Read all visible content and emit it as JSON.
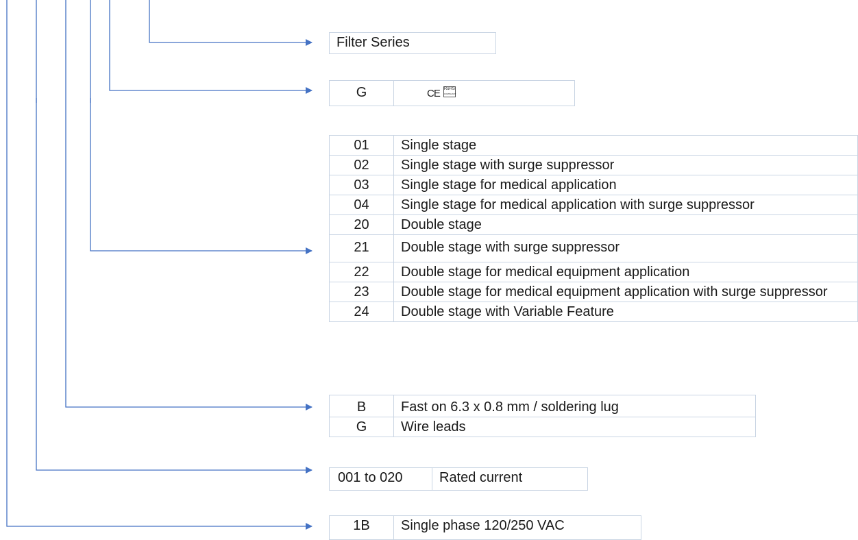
{
  "colors": {
    "line": "#4472c4",
    "border": "#c8d4e3"
  },
  "filter_series": {
    "label": "Filter Series"
  },
  "approval": {
    "code": "G",
    "ce_mark": "CE",
    "rohs_mark": "RoHS",
    "rohs_sub": "COMPLIANT"
  },
  "stages": [
    {
      "code": "01",
      "desc": "Single stage"
    },
    {
      "code": "02",
      "desc": "Single stage with surge suppressor"
    },
    {
      "code": "03",
      "desc": "Single stage for medical application"
    },
    {
      "code": "04",
      "desc": "Single stage for medical application with surge suppressor"
    },
    {
      "code": "20",
      "desc": "Double stage"
    },
    {
      "code": "21",
      "desc": "Double stage with surge suppressor"
    },
    {
      "code": "22",
      "desc": "Double stage for medical equipment application"
    },
    {
      "code": "23",
      "desc": "Double stage for medical equipment application with surge suppressor"
    },
    {
      "code": "24",
      "desc": "Double stage with Variable Feature"
    }
  ],
  "terminals": [
    {
      "code": "B",
      "desc": "Fast on 6.3 x 0.8 mm / soldering lug"
    },
    {
      "code": "G",
      "desc": "Wire leads"
    }
  ],
  "current": {
    "code": "001 to 020",
    "desc": "Rated current"
  },
  "phase": {
    "code": "1B",
    "desc": "Single phase 120/250 VAC"
  }
}
